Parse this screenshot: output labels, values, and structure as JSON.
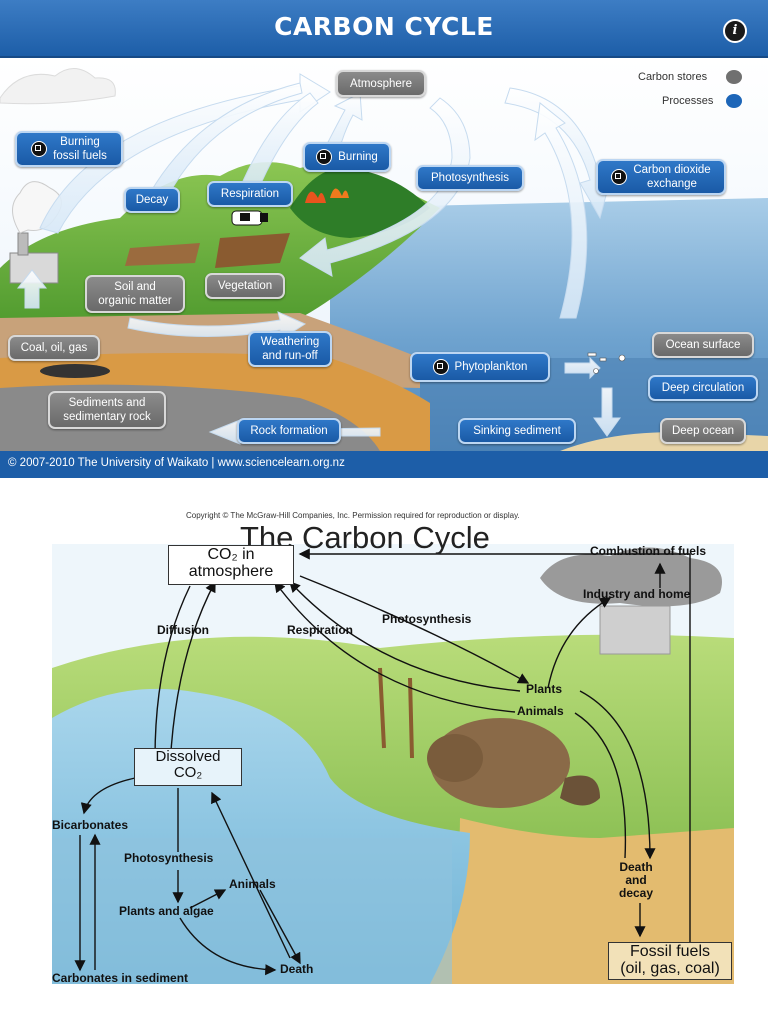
{
  "top_panel": {
    "title": "CARBON CYCLE",
    "info_icon": "info-icon",
    "legend": [
      {
        "label": "Carbon stores",
        "color": "#707070"
      },
      {
        "label": "Processes",
        "color": "#1d66b8"
      }
    ],
    "stores": {
      "atmosphere": "Atmosphere",
      "soil": "Soil and\norganic matter",
      "vegetation": "Vegetation",
      "coal": "Coal, oil, gas",
      "sediments": "Sediments and\nsedimentary rock",
      "ocean_surface": "Ocean surface",
      "deep_ocean": "Deep ocean"
    },
    "processes": {
      "burning_fossil": "Burning\nfossil fuels",
      "decay": "Decay",
      "respiration": "Respiration",
      "burning": "Burning",
      "photosynthesis": "Photosynthesis",
      "co2_exchange": "Carbon dioxide\nexchange",
      "weathering": "Weathering\nand run-off",
      "phytoplankton": "Phytoplankton",
      "deep_circulation": "Deep circulation",
      "rock_formation": "Rock formation",
      "sinking_sediment": "Sinking sediment"
    },
    "footer": "© 2007-2010 The University of Waikato | www.sciencelearn.org.nz",
    "colors": {
      "header": "#1d5ea8",
      "process": "#1d66b8",
      "store": "#707070",
      "ocean": "#7fb3d9",
      "land": "#6fae3c"
    }
  },
  "bottom_panel": {
    "copyright": "Copyright © The McGraw-Hill Companies, Inc. Permission required for reproduction or display.",
    "title": "The Carbon Cycle",
    "boxes": {
      "co2_atmosphere": "CO₂ in\natmosphere",
      "dissolved_co2": "Dissolved\nCO₂",
      "fossil_fuels": "Fossil fuels\n(oil, gas, coal)"
    },
    "labels": {
      "combustion": "Combustion of fuels",
      "industry": "Industry and home",
      "diffusion": "Diffusion",
      "respiration": "Respiration",
      "photosynthesis_land": "Photosynthesis",
      "plants": "Plants",
      "animals_land": "Animals",
      "bicarbonates": "Bicarbonates",
      "photosynthesis_water": "Photosynthesis",
      "animals_water": "Animals",
      "plants_algae": "Plants and algae",
      "death": "Death",
      "carbonates": "Carbonates in sediment",
      "death_decay": "Death\nand\ndecay"
    }
  }
}
